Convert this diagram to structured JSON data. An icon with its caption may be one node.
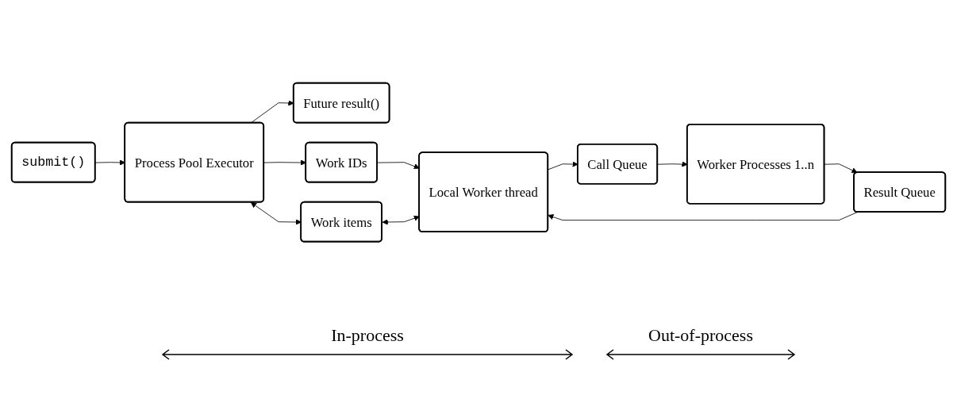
{
  "diagram": {
    "nodes": [
      {
        "text": [
          "submit()"
        ]
      },
      {
        "text": [
          "Future result()"
        ]
      },
      {
        "text": [
          "Process Pool Executor"
        ]
      },
      {
        "text": [
          "Work IDs"
        ]
      },
      {
        "text": [
          "Work items"
        ]
      },
      {
        "text": [
          "Local Worker thread"
        ]
      },
      {
        "text": [
          "Call Queue"
        ]
      },
      {
        "text": [
          "Result Queue"
        ]
      },
      {
        "text": [
          "Worker Processes 1..n"
        ]
      }
    ],
    "edges": [
      {
        "from": 0,
        "to": 2,
        "arrow": "to"
      },
      {
        "from": 2,
        "to": 1,
        "arrow": "to"
      },
      {
        "from": 2,
        "to": 3,
        "arrow": "to"
      },
      {
        "from": 3,
        "to": 5,
        "arrow": "to"
      },
      {
        "from": 2,
        "to": 4,
        "arrow": "both"
      },
      {
        "from": 4,
        "to": 5,
        "arrow": "both"
      },
      {
        "from": 5,
        "to": 6,
        "arrow": "to"
      },
      {
        "from": 6,
        "to": 8,
        "arrow": "to"
      },
      {
        "from": 8,
        "to": 7,
        "arrow": "to"
      },
      {
        "from": 7,
        "to": 5,
        "arrow": "to"
      }
    ],
    "labels": [
      "In-process",
      "Out-of-process"
    ]
  }
}
